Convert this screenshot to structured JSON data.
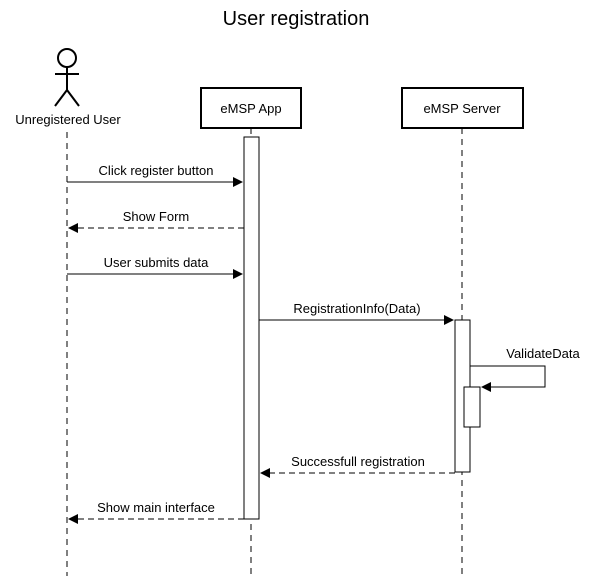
{
  "diagram": {
    "title": "User registration",
    "participants": {
      "user": "Unregistered User",
      "app": "eMSP App",
      "server": "eMSP Server"
    },
    "messages": {
      "m1": "Click register button",
      "m2": "Show Form",
      "m3": "User submits data",
      "m4": "RegistrationInfo(Data)",
      "m5": "ValidateData",
      "m6": "Successfull registration",
      "m7": "Show main interface"
    }
  }
}
